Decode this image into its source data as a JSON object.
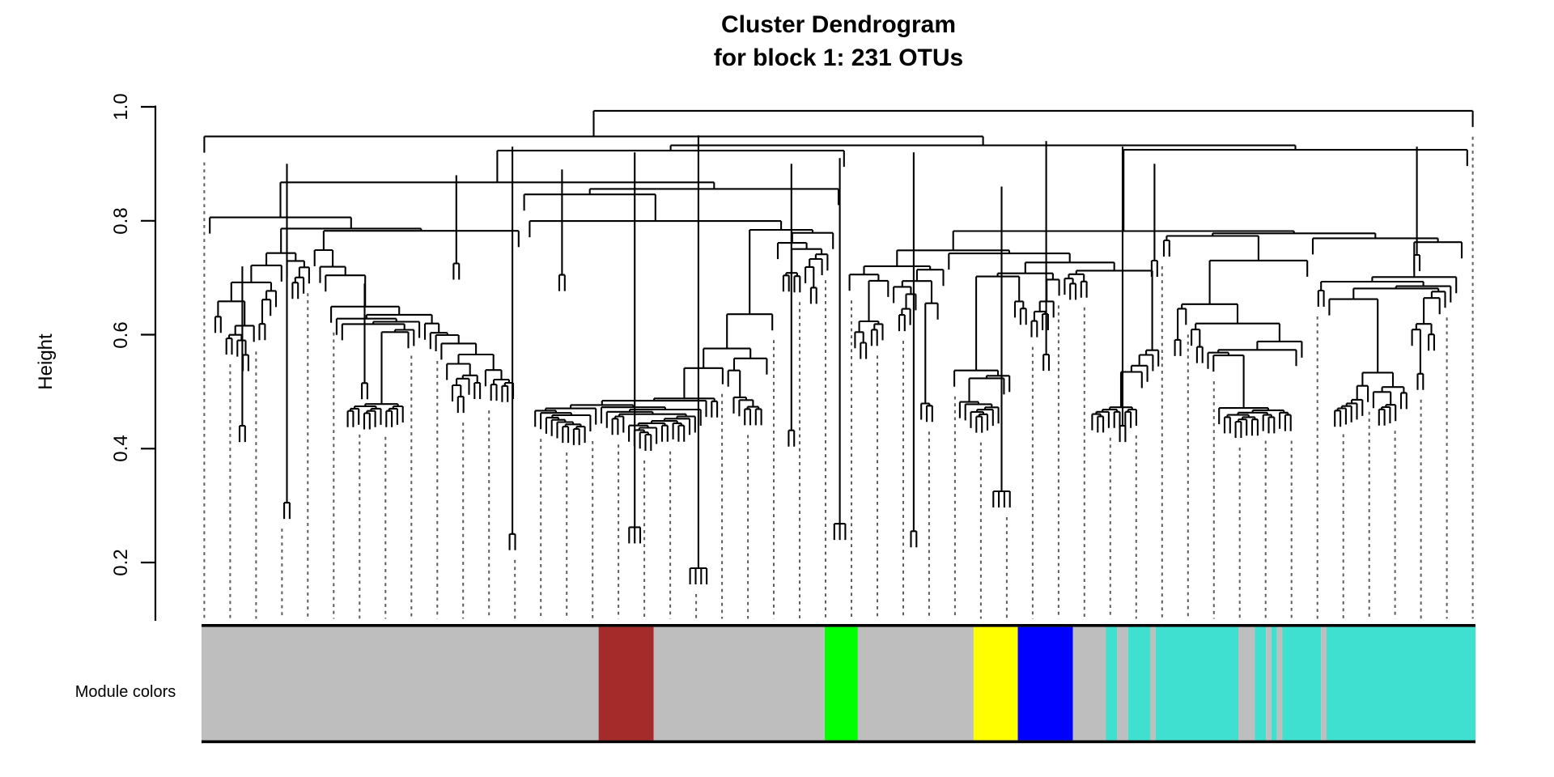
{
  "page": {
    "background": "#ffffff"
  },
  "title": {
    "line1": "Cluster Dendrogram",
    "line2": "for block 1: 231 OTUs"
  },
  "y_axis": {
    "label": "Height",
    "ticks": [
      "1.0",
      "0.8",
      "0.6",
      "0.4",
      "0.2"
    ],
    "tick_values": [
      1.0,
      0.8,
      0.6,
      0.4,
      0.2
    ]
  },
  "module_bar": {
    "label": "Module colors",
    "segments": [
      {
        "module": "grey",
        "hex": "#BEBEBE",
        "leaves": 72
      },
      {
        "module": "brown",
        "hex": "#A52A2A",
        "leaves": 10
      },
      {
        "module": "grey",
        "hex": "#BEBEBE",
        "leaves": 31
      },
      {
        "module": "green",
        "hex": "#00FF00",
        "leaves": 6
      },
      {
        "module": "grey",
        "hex": "#BEBEBE",
        "leaves": 21
      },
      {
        "module": "yellow",
        "hex": "#FFFF00",
        "leaves": 8
      },
      {
        "module": "blue",
        "hex": "#0000FF",
        "leaves": 10
      },
      {
        "module": "grey",
        "hex": "#BEBEBE",
        "leaves": 6
      },
      {
        "module": "turquoise",
        "hex": "#40E0D0",
        "leaves": 2
      },
      {
        "module": "grey",
        "hex": "#BEBEBE",
        "leaves": 2
      },
      {
        "module": "turquoise",
        "hex": "#40E0D0",
        "leaves": 4
      },
      {
        "module": "grey",
        "hex": "#BEBEBE",
        "leaves": 1
      },
      {
        "module": "turquoise",
        "hex": "#40E0D0",
        "leaves": 15
      },
      {
        "module": "grey",
        "hex": "#BEBEBE",
        "leaves": 3
      },
      {
        "module": "turquoise",
        "hex": "#40E0D0",
        "leaves": 2
      },
      {
        "module": "grey",
        "hex": "#BEBEBE",
        "leaves": 1
      },
      {
        "module": "turquoise",
        "hex": "#40E0D0",
        "leaves": 1
      },
      {
        "module": "grey",
        "hex": "#BEBEBE",
        "leaves": 1
      },
      {
        "module": "turquoise",
        "hex": "#40E0D0",
        "leaves": 7
      },
      {
        "module": "grey",
        "hex": "#BEBEBE",
        "leaves": 1
      },
      {
        "module": "turquoise",
        "hex": "#40E0D0",
        "leaves": 27
      }
    ]
  },
  "chart_data": {
    "type": "dendrogram",
    "title": "Cluster Dendrogram for block 1: 231 OTUs",
    "n_leaves": 231,
    "ylabel": "Height",
    "height_axis_range": [
      0.1,
      1.0
    ],
    "ytick_values": [
      1.0,
      0.8,
      0.6,
      0.4,
      0.2
    ],
    "root_height": 0.993,
    "leaf_hang": 0.028,
    "guide_count": 50,
    "seed": 7,
    "line_color": "#000000",
    "guide_color": "#5c5c5c",
    "deep_branches": [
      {
        "x_frac": 0.032,
        "top": 0.72,
        "height": 0.44,
        "teeth": 2
      },
      {
        "x_frac": 0.067,
        "top": 0.9,
        "height": 0.305,
        "teeth": 2
      },
      {
        "x_frac": 0.128,
        "top": 0.69,
        "height": 0.515,
        "teeth": 2
      },
      {
        "x_frac": 0.2,
        "top": 0.88,
        "height": 0.725,
        "teeth": 2
      },
      {
        "x_frac": 0.244,
        "top": 0.93,
        "height": 0.25,
        "teeth": 2
      },
      {
        "x_frac": 0.283,
        "top": 0.89,
        "height": 0.705,
        "teeth": 2
      },
      {
        "x_frac": 0.34,
        "top": 0.92,
        "height": 0.262,
        "teeth": 3
      },
      {
        "x_frac": 0.39,
        "top": 0.95,
        "height": 0.19,
        "teeth": 4
      },
      {
        "x_frac": 0.463,
        "top": 0.9,
        "height": 0.432,
        "teeth": 2
      },
      {
        "x_frac": 0.501,
        "top": 0.91,
        "height": 0.268,
        "teeth": 3
      },
      {
        "x_frac": 0.559,
        "top": 0.92,
        "height": 0.255,
        "teeth": 2
      },
      {
        "x_frac": 0.628,
        "top": 0.86,
        "height": 0.325,
        "teeth": 4
      },
      {
        "x_frac": 0.663,
        "top": 0.94,
        "height": 0.565,
        "teeth": 2
      },
      {
        "x_frac": 0.723,
        "top": 0.93,
        "height": 0.44,
        "teeth": 2
      },
      {
        "x_frac": 0.748,
        "top": 0.9,
        "height": 0.73,
        "teeth": 2
      },
      {
        "x_frac": 0.954,
        "top": 0.93,
        "height": 0.74,
        "teeth": 2
      }
    ]
  }
}
